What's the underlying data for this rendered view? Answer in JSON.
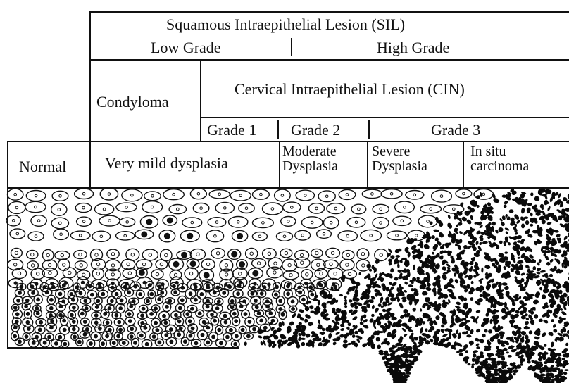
{
  "sil": {
    "title": "Squamous Intraepithelial Lesion (SIL)",
    "low": "Low Grade",
    "high": "High Grade"
  },
  "cin": {
    "condyloma": "Condyloma",
    "title": "Cervical Intraepithelial Lesion (CIN)",
    "grade1": "Grade 1",
    "grade2": "Grade 2",
    "grade3": "Grade 3"
  },
  "dysplasia": {
    "normal": "Normal",
    "very_mild": "Very mild dysplasia",
    "moderate_1": "Moderate",
    "moderate_2": "Dysplasia",
    "severe_1": "Severe",
    "severe_2": "Dysplasia",
    "insitu_1": "In situ",
    "insitu_2": "carcinoma"
  }
}
